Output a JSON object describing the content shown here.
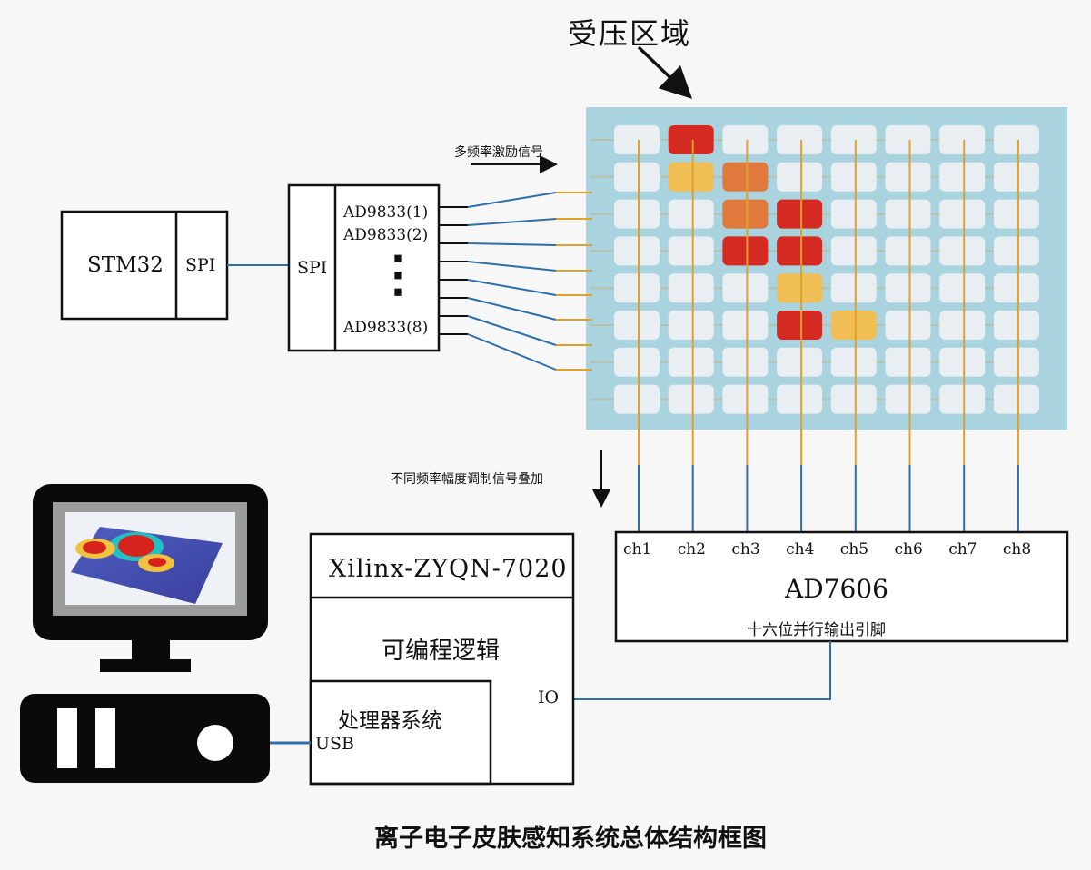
{
  "colors": {
    "wire_blue": "#2f6fa8",
    "wire_orange": "#e0a12a",
    "board": "#a9d3de",
    "cell_empty": "#e8eef2",
    "cell_red": "#d42a22",
    "cell_orange": "#df7a3c",
    "cell_yellow": "#efbe55"
  },
  "pressure_area": {
    "label": "受压区域"
  },
  "excitation": {
    "label": "多频率激励信号"
  },
  "modulation": {
    "label": "不同频率幅度调制信号叠加"
  },
  "stm32": {
    "name": "STM32",
    "port": "SPI"
  },
  "ad9833_block": {
    "port": "SPI",
    "chips": [
      "AD9833(1)",
      "AD9833(2)",
      "AD9833(8)"
    ],
    "ellipsis": "⋮"
  },
  "sensor_grid": {
    "rows": 8,
    "cols": 8,
    "cells": [
      {
        "row": 1,
        "col": 2,
        "level": "red"
      },
      {
        "row": 2,
        "col": 2,
        "level": "yellow"
      },
      {
        "row": 2,
        "col": 3,
        "level": "orange"
      },
      {
        "row": 3,
        "col": 3,
        "level": "orange"
      },
      {
        "row": 3,
        "col": 4,
        "level": "red"
      },
      {
        "row": 4,
        "col": 3,
        "level": "red"
      },
      {
        "row": 4,
        "col": 4,
        "level": "red"
      },
      {
        "row": 5,
        "col": 4,
        "level": "yellow"
      },
      {
        "row": 6,
        "col": 4,
        "level": "red"
      },
      {
        "row": 6,
        "col": 5,
        "level": "yellow"
      }
    ]
  },
  "adc": {
    "name": "AD7606",
    "channels": [
      "ch1",
      "ch2",
      "ch3",
      "ch4",
      "ch5",
      "ch6",
      "ch7",
      "ch8"
    ],
    "output": "十六位并行输出引脚"
  },
  "fpga": {
    "name": "Xilinx-ZYQN-7020",
    "pl": "可编程逻辑",
    "ps": "处理器系统",
    "io": "IO",
    "usb": "USB"
  },
  "caption": "离子电子皮肤感知系统总体结构框图"
}
